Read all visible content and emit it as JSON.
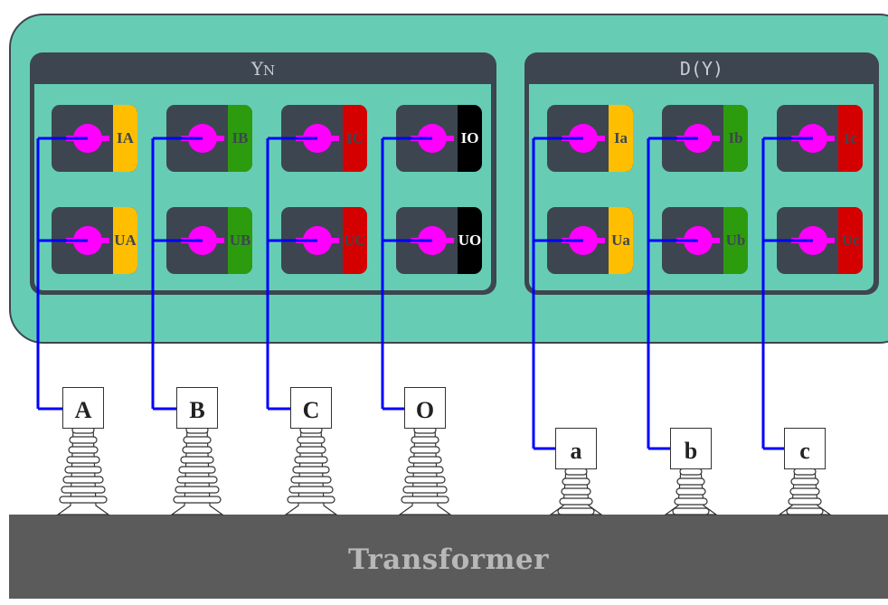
{
  "panels": {
    "yn": {
      "title_main": "Y",
      "title_sub": "N"
    },
    "dy": {
      "title": "D(Y)"
    }
  },
  "terminals": {
    "yn": [
      {
        "label": "IA",
        "color": "#ffbf00"
      },
      {
        "label": "IB",
        "color": "#2d9b0e"
      },
      {
        "label": "IC",
        "color": "#d40000"
      },
      {
        "label": "IO",
        "color": "#000000"
      },
      {
        "label": "UA",
        "color": "#ffbf00"
      },
      {
        "label": "UB",
        "color": "#2d9b0e"
      },
      {
        "label": "UC",
        "color": "#d40000"
      },
      {
        "label": "UO",
        "color": "#000000"
      }
    ],
    "dy": [
      {
        "label": "Ia",
        "color": "#ffbf00"
      },
      {
        "label": "Ib",
        "color": "#2d9b0e"
      },
      {
        "label": "Ic",
        "color": "#d40000"
      },
      {
        "label": "Ua",
        "color": "#ffbf00"
      },
      {
        "label": "Ub",
        "color": "#2d9b0e"
      },
      {
        "label": "Uc",
        "color": "#d40000"
      }
    ]
  },
  "bushings": {
    "high": [
      "A",
      "B",
      "C",
      "O"
    ],
    "low": [
      "a",
      "b",
      "c"
    ]
  },
  "base": {
    "label": "Transformer"
  },
  "colors": {
    "wire": "#0000ff",
    "board": "#66cdb4",
    "panel": "#3d4650",
    "knob": "#ff00ff"
  }
}
